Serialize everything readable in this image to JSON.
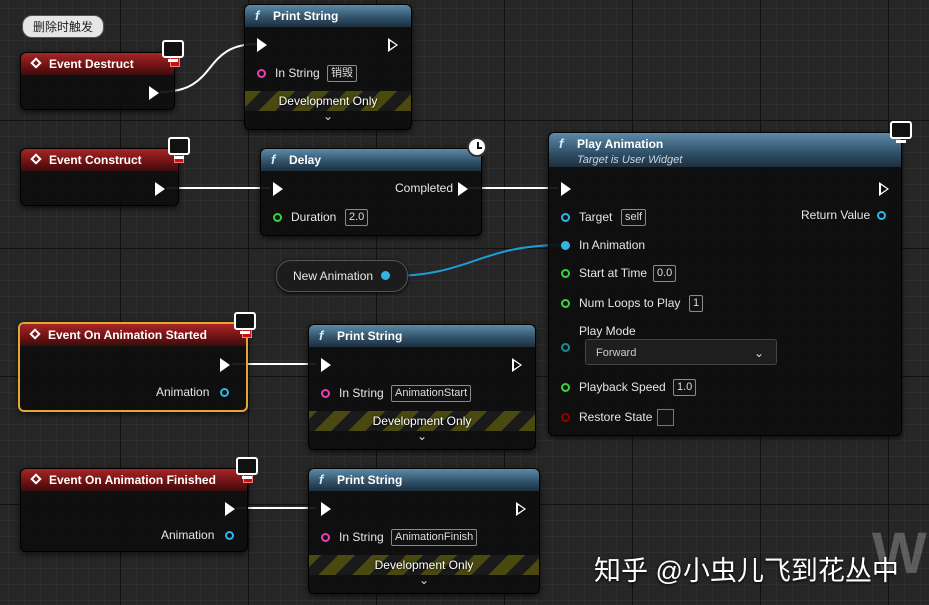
{
  "comment": {
    "text": "删除时触发"
  },
  "nodes": {
    "event_destruct": {
      "title": "Event Destruct"
    },
    "print_string_1": {
      "title": "Print String",
      "in_string_label": "In String",
      "in_string_value": "销毁",
      "dev_only": "Development Only"
    },
    "event_construct": {
      "title": "Event Construct"
    },
    "delay": {
      "title": "Delay",
      "completed_label": "Completed",
      "duration_label": "Duration",
      "duration_value": "2.0"
    },
    "play_animation": {
      "title": "Play Animation",
      "subtitle": "Target is User Widget",
      "target_label": "Target",
      "target_value": "self",
      "return_label": "Return Value",
      "in_animation_label": "In Animation",
      "start_time_label": "Start at Time",
      "start_time_value": "0.0",
      "num_loops_label": "Num Loops to Play",
      "num_loops_value": "1",
      "play_mode_label": "Play Mode",
      "play_mode_value": "Forward",
      "playback_speed_label": "Playback Speed",
      "playback_speed_value": "1.0",
      "restore_state_label": "Restore State"
    },
    "new_animation": {
      "title": "New Animation"
    },
    "anim_started": {
      "title": "Event On Animation Started",
      "animation_label": "Animation"
    },
    "print_string_2": {
      "title": "Print String",
      "in_string_label": "In String",
      "in_string_value": "AnimationStart",
      "dev_only": "Development Only"
    },
    "anim_finished": {
      "title": "Event On Animation Finished",
      "animation_label": "Animation"
    },
    "print_string_3": {
      "title": "Print String",
      "in_string_label": "In String",
      "in_string_value": "AnimationFinish",
      "dev_only": "Development Only"
    }
  },
  "icons": {
    "function": "f",
    "chevron": "⌄"
  },
  "watermark": {
    "text": "知乎 @小虫儿飞到花丛中",
    "logo": "W"
  },
  "colors": {
    "event_header": "#a82525",
    "function_header": "#2f4f68",
    "object_pin": "#34b4e6",
    "string_pin": "#e63fb8",
    "float_pin": "#3fd13f",
    "selection": "#e5a533"
  }
}
